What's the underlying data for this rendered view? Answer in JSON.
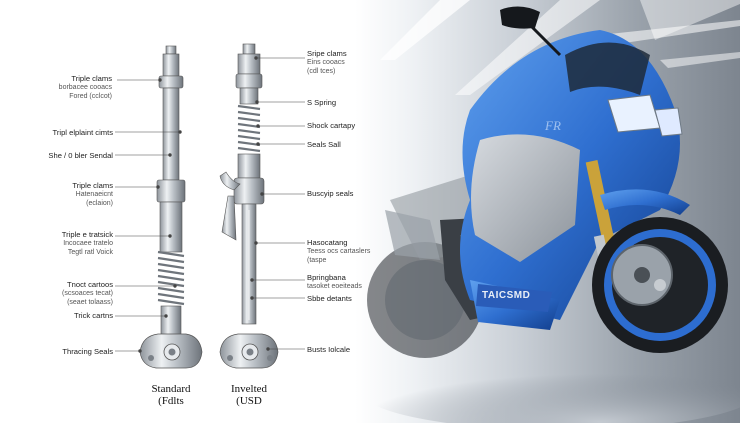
{
  "left_labels": [
    {
      "title": "Triple clams",
      "lines": [
        "borbacee cooacs",
        "Fored (cclcot)"
      ]
    },
    {
      "title": "Tripl elplaint cimts",
      "lines": []
    },
    {
      "title": "She / 0 bler Sendal",
      "lines": []
    },
    {
      "title": "Triple clams",
      "lines": [
        "Hatenaeicnt",
        "(eclaion)"
      ]
    },
    {
      "title": "Triple e tratsick",
      "lines": [
        "Incocaee tratelo",
        "Tegtl ratl Voick"
      ]
    },
    {
      "title": "Tnoct cartoos",
      "lines": [
        "(scsoaces tecat)",
        "(seaet tolaass)"
      ]
    },
    {
      "title": "Trick cartns",
      "lines": []
    },
    {
      "title": "Thracing Seals",
      "lines": []
    }
  ],
  "right_labels": [
    {
      "title": "Sripe clams",
      "lines": [
        "Eins cooacs",
        "(cdl tces)"
      ]
    },
    {
      "title": "S Spring",
      "lines": []
    },
    {
      "title": "Shock cartapy",
      "lines": []
    },
    {
      "title": "Seals Sall",
      "lines": []
    },
    {
      "title": "Buscyip seals",
      "lines": []
    },
    {
      "title": "Hasocatang",
      "lines": [
        "Teess ocs cartaslers",
        "(taspe"
      ]
    },
    {
      "title": "Bpringbana",
      "lines": [
        "tasoket eoeiteads"
      ]
    },
    {
      "title": "Sbbe detants",
      "lines": []
    },
    {
      "title": "Busts  Iolcale",
      "lines": []
    }
  ],
  "captions": {
    "standard": [
      "Standard",
      "(Fdlts"
    ],
    "inverted": [
      "Invelted",
      "(USD"
    ]
  },
  "bike": {
    "logo_text": "TAICSMD",
    "tank_text": "FR",
    "accent_color": "#2f6fd0"
  }
}
